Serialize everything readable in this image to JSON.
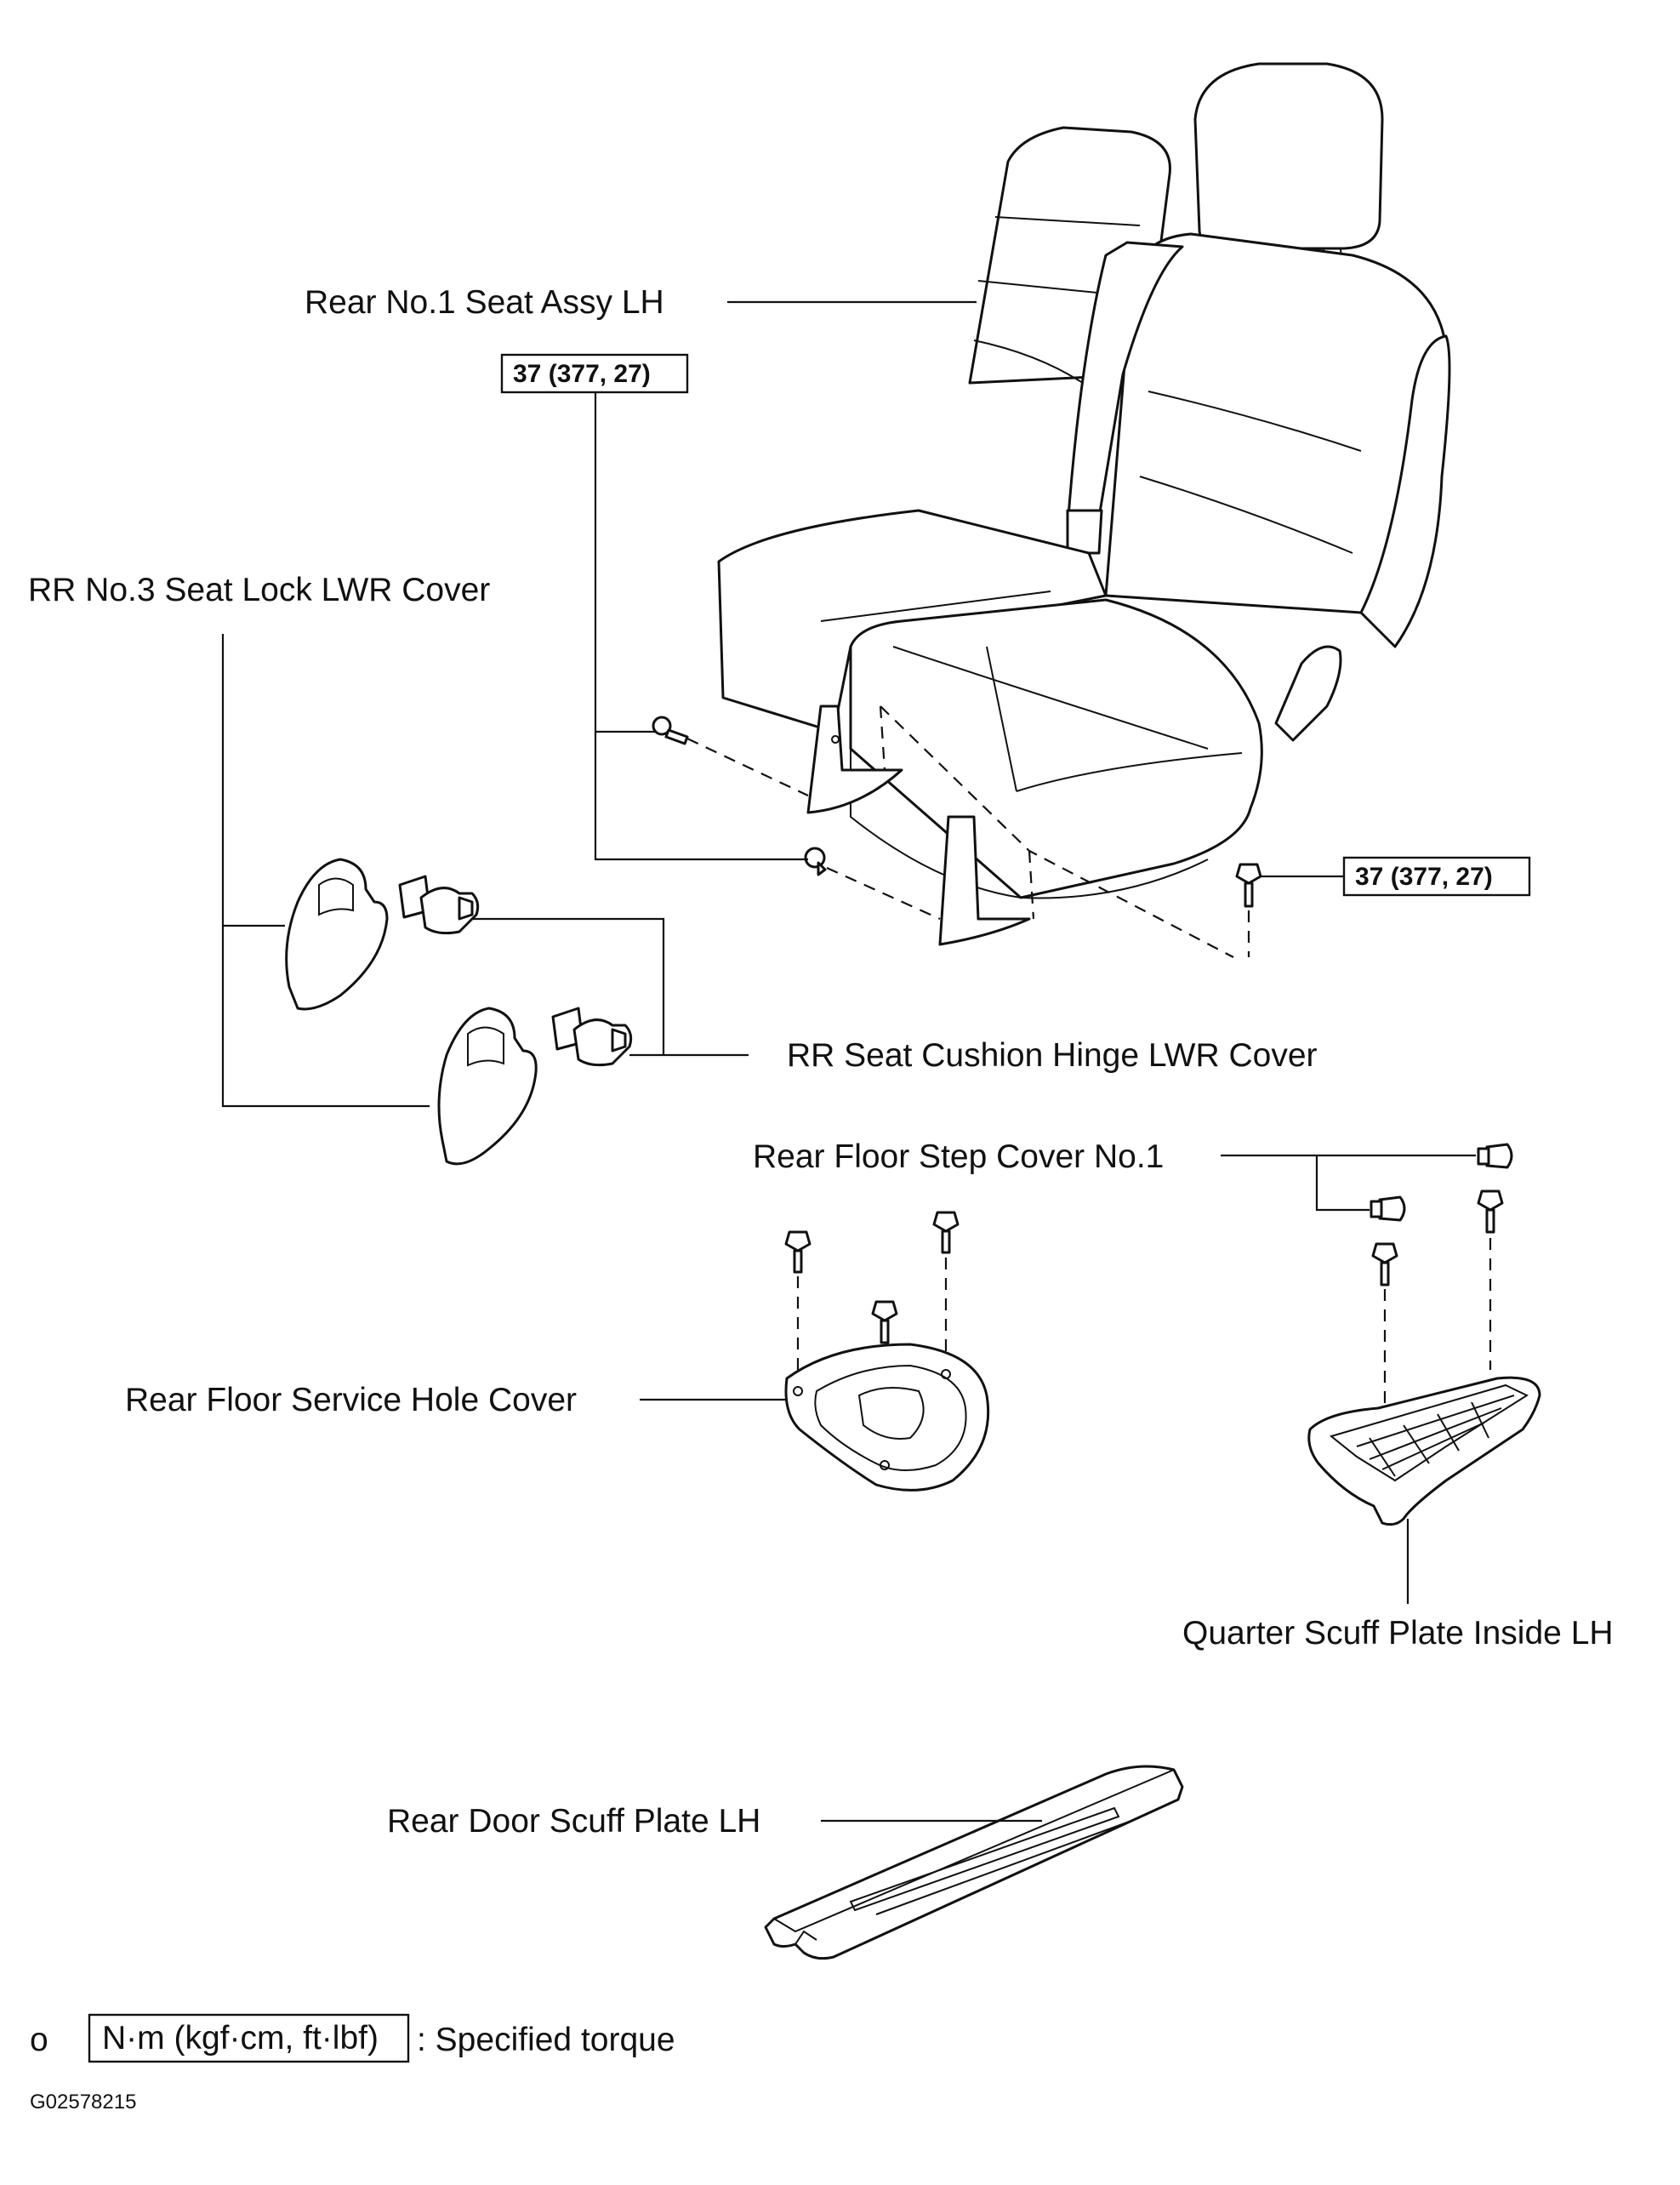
{
  "labels": {
    "rear_seat_assy": "Rear No.1 Seat Assy LH",
    "seat_lock_cover": "RR No.3 Seat Lock LWR Cover",
    "hinge_cover": "RR Seat Cushion Hinge LWR Cover",
    "step_cover": "Rear Floor Step Cover No.1",
    "service_hole_cover": "Rear Floor Service Hole Cover",
    "quarter_scuff": "Quarter Scuff Plate Inside LH",
    "door_scuff": "Rear Door Scuff Plate LH"
  },
  "torque": {
    "left": "37 (377, 27)",
    "right": "37 (377, 27)"
  },
  "legend": {
    "marker": "o",
    "unit": "N·m (kgf·cm, ft·lbf)",
    "text": ": Specified torque"
  },
  "figure_code": "G02578215"
}
